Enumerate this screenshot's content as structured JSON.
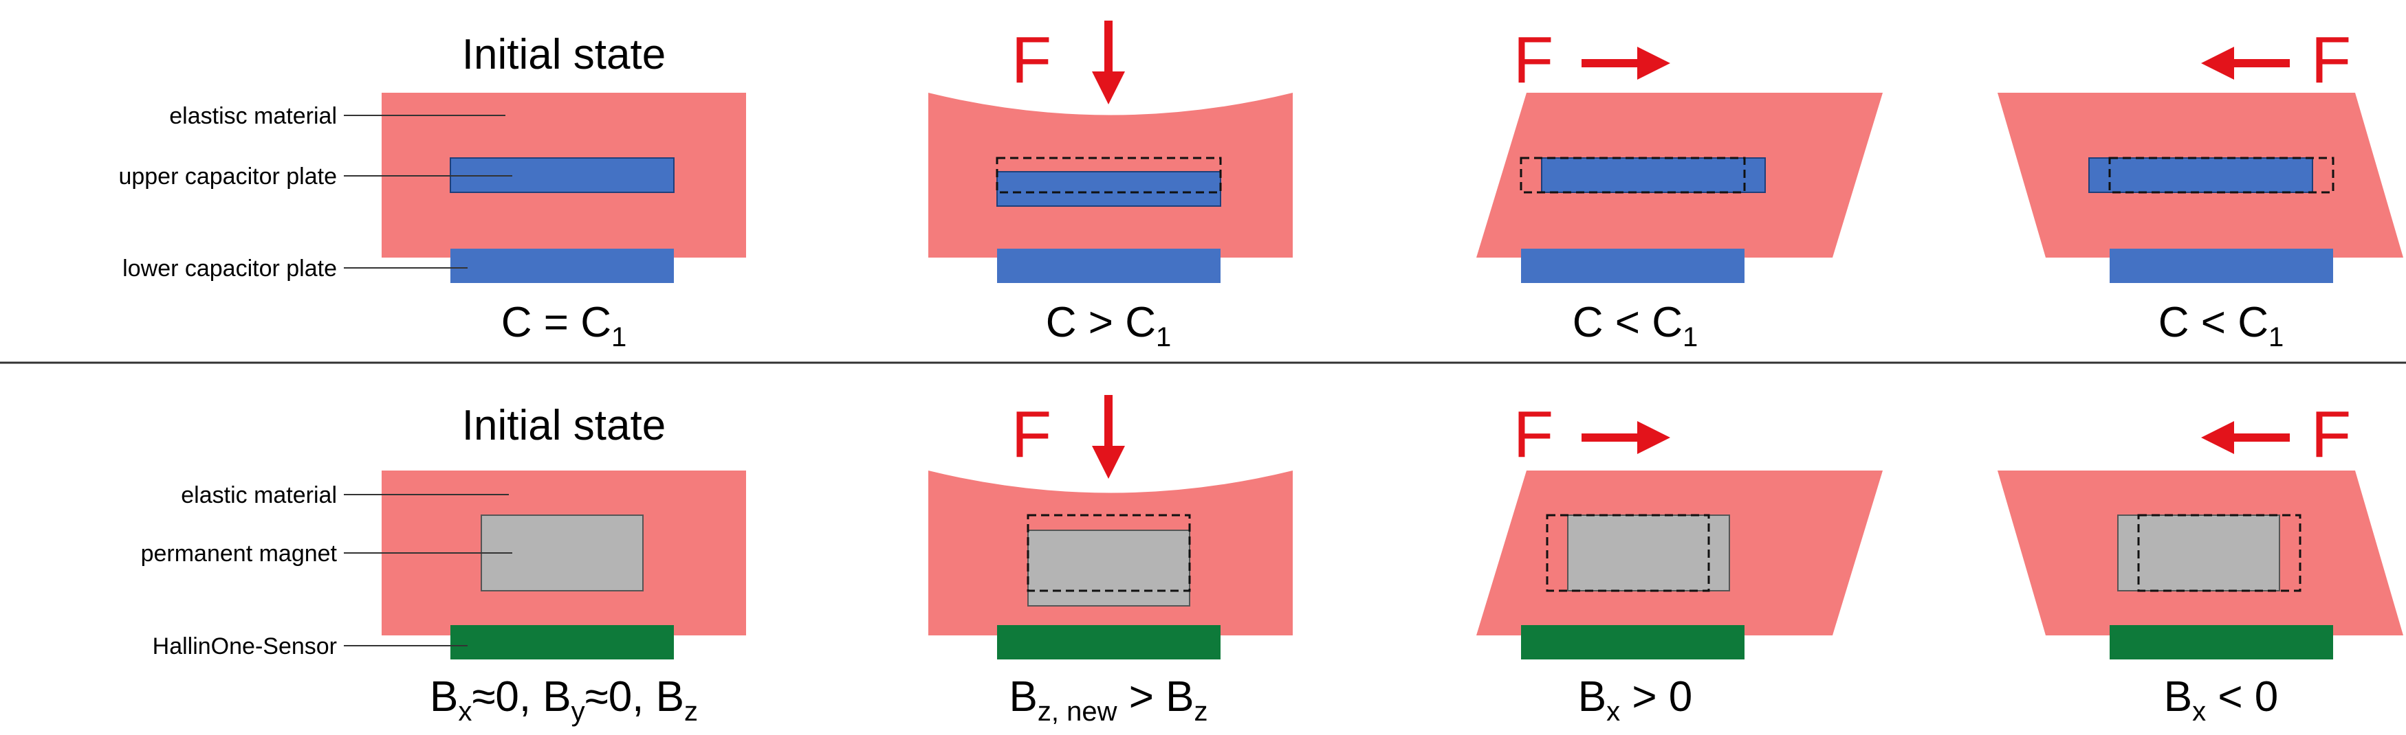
{
  "colors": {
    "elastic_material": "#f47c7c",
    "capacitor_plate": "#4472c4",
    "permanent_magnet": "#b4b4b4",
    "hall_sensor": "#0e7a3a",
    "force_arrow": "#e3131b",
    "divider": "#333333"
  },
  "force_symbol": "F",
  "capacitive": {
    "title": "Initial state",
    "labels": {
      "elastic": "elastisc material",
      "upper": "upper capacitor plate",
      "lower": "lower capacitor plate"
    },
    "captions": {
      "initial": {
        "main": "C = C",
        "sub": "1"
      },
      "press": {
        "main": "C > C",
        "sub": "1"
      },
      "shear_right": {
        "main": "C < C",
        "sub": "1"
      },
      "shear_left": {
        "main": "C < C",
        "sub": "1"
      }
    }
  },
  "magnetic": {
    "title": "Initial state",
    "labels": {
      "elastic": "elastic material",
      "magnet": "permanent magnet",
      "sensor": "HallinOne-Sensor"
    },
    "captions": {
      "initial": {
        "p1": "B",
        "s1": "x",
        "p2": "≈0, B",
        "s2": "y",
        "p3": "≈0, B",
        "s3": "z"
      },
      "press": {
        "p1": "B",
        "s1": "z, new",
        "p2": " > B",
        "s2": "z"
      },
      "shear_right": {
        "p1": "B",
        "s1": "x",
        "p2": " > 0"
      },
      "shear_left": {
        "p1": "B",
        "s1": "x",
        "p2": " < 0"
      }
    }
  }
}
